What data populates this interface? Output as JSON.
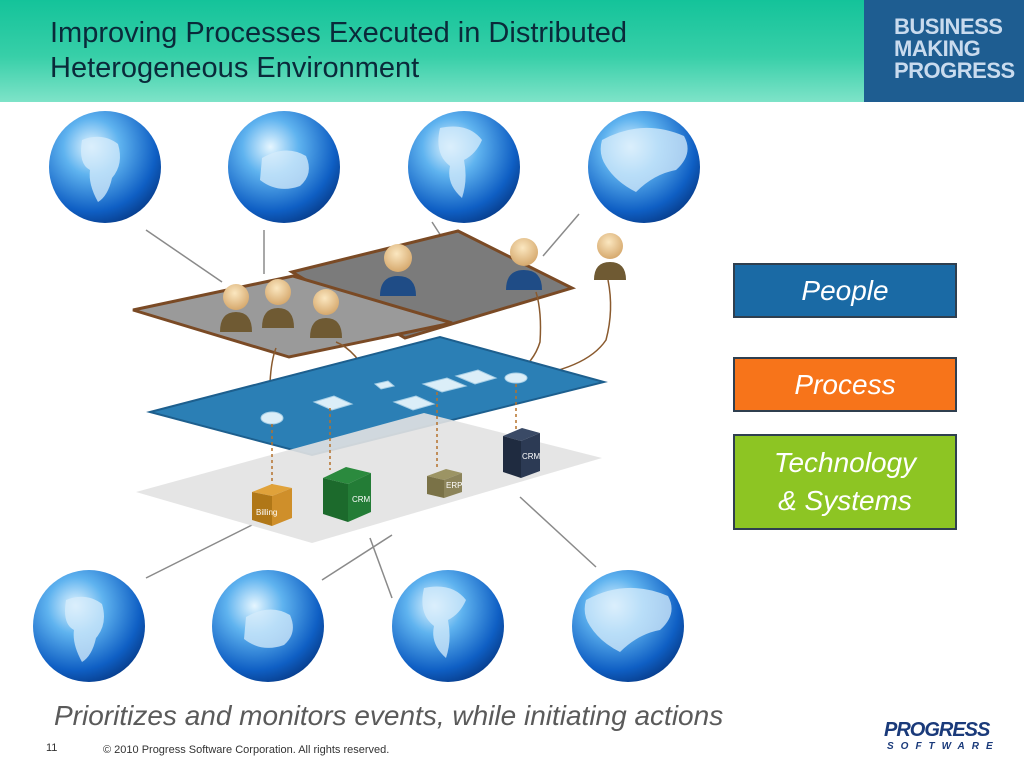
{
  "title": {
    "line1": "Improving Processes Executed in Distributed",
    "line2": "Heterogeneous Environment"
  },
  "brand": {
    "line1": "BUSINESS",
    "line2": "MAKING",
    "line3": "PROGRESS",
    "tm": "TM"
  },
  "legend": {
    "people": "People",
    "process": "Process",
    "technology_line1": "Technology",
    "technology_line2": "& Systems"
  },
  "systems": {
    "billing": "Billing",
    "crm1": "CRM",
    "erp": "ERP",
    "crm2": "CRM"
  },
  "tagline": "Prioritizes and monitors events, while initiating actions",
  "logo": {
    "main": "PROGRESS",
    "sub": "SOFTWARE"
  },
  "footer": {
    "slide_number": "11",
    "copyright": "© 2010 Progress Software Corporation. All rights reserved."
  },
  "colors": {
    "people": "#1a6aa5",
    "process": "#f7741a",
    "technology": "#8dc523",
    "header": "#14c39a",
    "brand": "#1e5d91"
  }
}
